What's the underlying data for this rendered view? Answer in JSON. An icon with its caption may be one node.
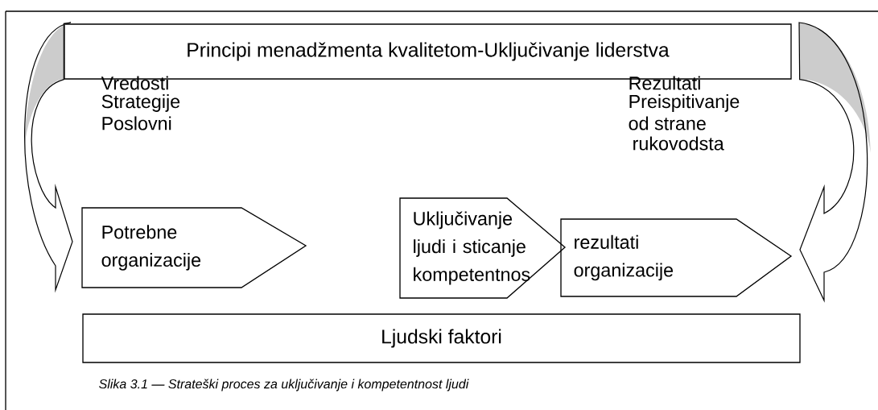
{
  "diagram": {
    "caption": "Slika 3.1 — Strateški proces za uključivanje i kompetentnost ljudi",
    "nodes": [
      {
        "text": [
          "Principi menadžmenta kvalitetom-Uključivanje liderstva"
        ]
      },
      {
        "text": [
          "Potrebne organizacije"
        ]
      },
      {
        "text": [
          "Uključivanje ljudi i sticanje kompetentnos"
        ]
      },
      {
        "text": [
          "rezultati organizacije"
        ]
      },
      {
        "text": [
          "Ljudski faktori"
        ]
      }
    ],
    "edges": [
      {
        "from": 0,
        "to": 1,
        "arrow": "to"
      },
      {
        "from": 0,
        "to": 3,
        "arrow": "to"
      }
    ],
    "labels": [
      "Vredosti",
      "Strategije",
      "Poslovni",
      "Rezultati",
      "Preispitivanje",
      "od strane",
      "rukovodsta"
    ]
  }
}
